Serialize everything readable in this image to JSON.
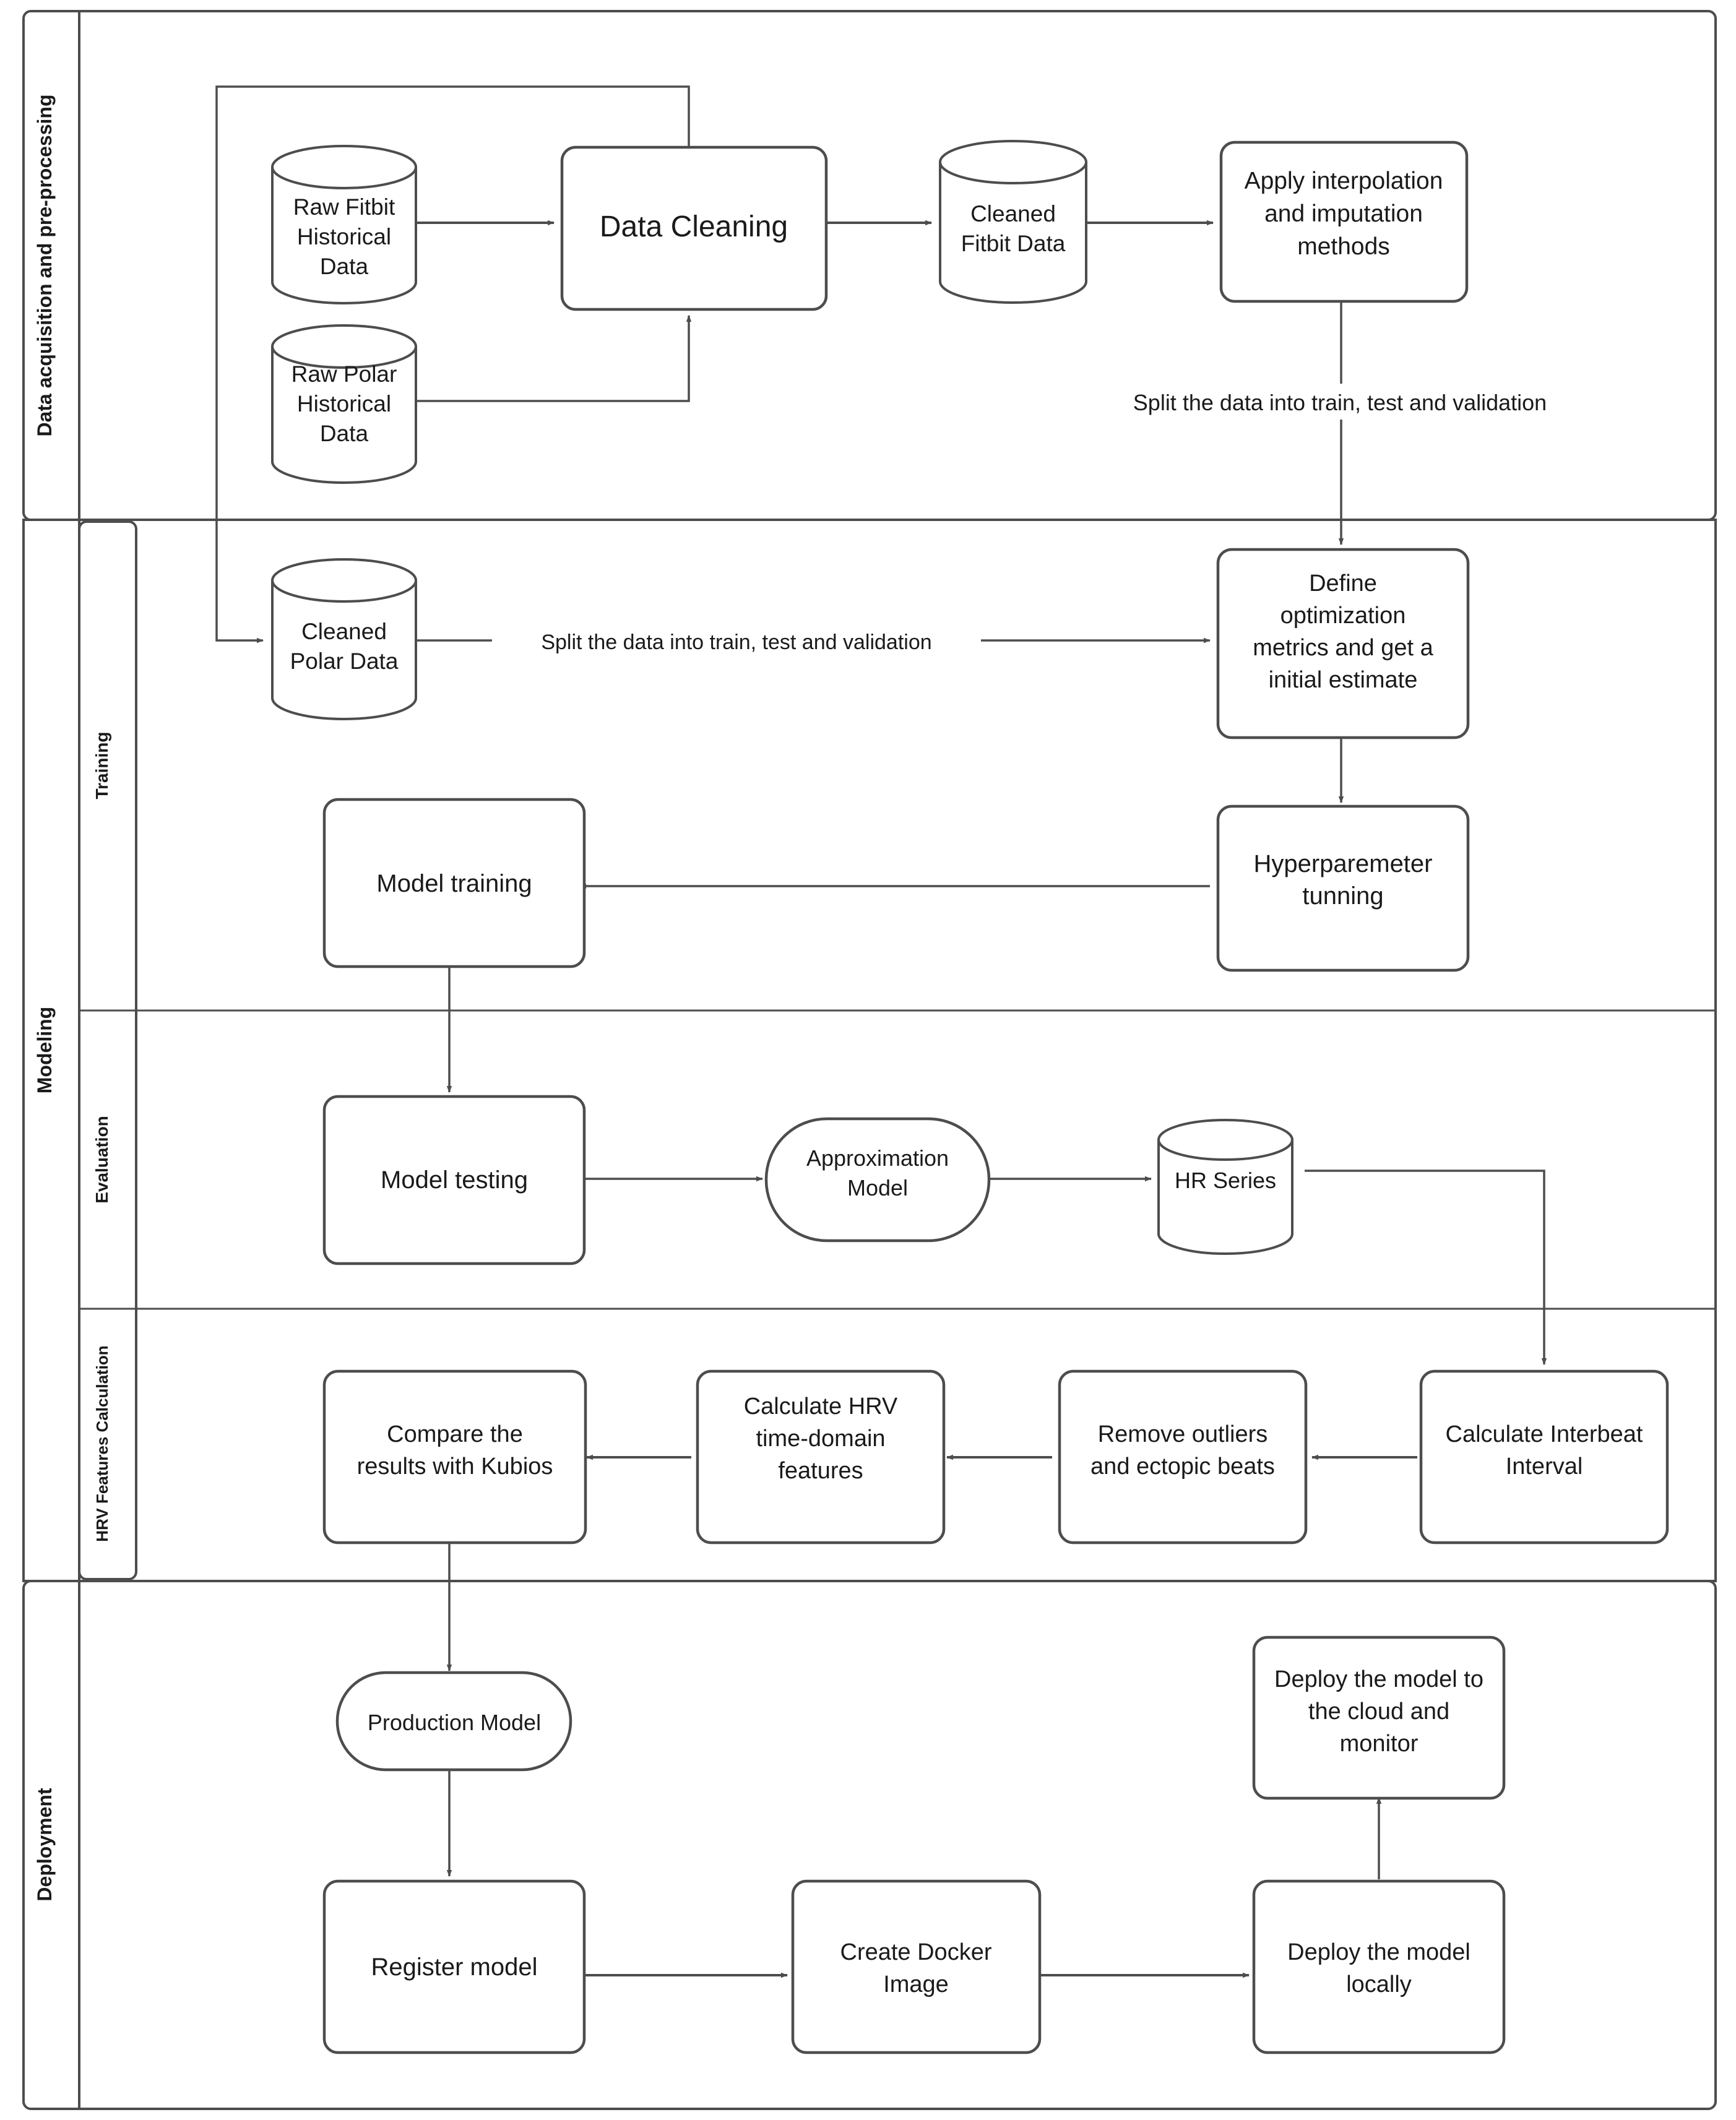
{
  "diagram": {
    "title": "HRV machine-learning pipeline swimlane flowchart",
    "colors": {
      "stroke": "#4d4d4d",
      "text": "#1a1a1a",
      "background": "#ffffff",
      "lane_border": "#4d4d4d"
    },
    "lanes": [
      {
        "id": "data-acquisition",
        "label": "Data acquisition and pre-processing"
      },
      {
        "id": "modeling",
        "label": "Modeling"
      },
      {
        "id": "training",
        "label": "Training"
      },
      {
        "id": "evaluation",
        "label": "Evaluation"
      },
      {
        "id": "hrv-features",
        "label": "HRV Features Calculation"
      },
      {
        "id": "deployment",
        "label": "Deployment"
      }
    ],
    "nodes": [
      {
        "id": "raw-fitbit",
        "shape": "cylinder",
        "lane": "data-acquisition",
        "label": "Raw Fitbit Historical Data",
        "lines": [
          "Raw Fitbit",
          "Historical",
          "Data"
        ]
      },
      {
        "id": "raw-polar",
        "shape": "cylinder",
        "lane": "data-acquisition",
        "label": "Raw Polar Historical Data",
        "lines": [
          "Raw Polar",
          "Historical",
          "Data"
        ]
      },
      {
        "id": "data-cleaning",
        "shape": "process",
        "lane": "data-acquisition",
        "label": "Data Cleaning",
        "lines": [
          "Data Cleaning"
        ]
      },
      {
        "id": "cleaned-fitbit",
        "shape": "cylinder",
        "lane": "data-acquisition",
        "label": "Cleaned Fitbit Data",
        "lines": [
          "Cleaned",
          "Fitbit Data"
        ]
      },
      {
        "id": "apply-interpolation",
        "shape": "process",
        "lane": "data-acquisition",
        "label": "Apply interpolation and imputation methods",
        "lines": [
          "Apply interpolation",
          "and imputation",
          "methods"
        ]
      },
      {
        "id": "cleaned-polar",
        "shape": "cylinder",
        "lane": "training",
        "label": "Cleaned Polar Data",
        "lines": [
          "Cleaned",
          "Polar Data"
        ]
      },
      {
        "id": "define-optimization",
        "shape": "process",
        "lane": "training",
        "label": "Define optimization metrics and get a initial estimate",
        "lines": [
          "Define",
          "optimization",
          "metrics and get a",
          "initial estimate"
        ]
      },
      {
        "id": "hyperparameter-tuning",
        "shape": "process",
        "lane": "training",
        "label": "Hyperparemeter tunning",
        "lines": [
          "Hyperparemeter",
          "tunning"
        ]
      },
      {
        "id": "model-training",
        "shape": "process",
        "lane": "training",
        "label": "Model training",
        "lines": [
          "Model training"
        ]
      },
      {
        "id": "model-testing",
        "shape": "process",
        "lane": "evaluation",
        "label": "Model testing",
        "lines": [
          "Model testing"
        ]
      },
      {
        "id": "approximation-model",
        "shape": "stadium",
        "lane": "evaluation",
        "label": "Approximation Model",
        "lines": [
          "Approximation",
          "Model"
        ]
      },
      {
        "id": "hr-series",
        "shape": "cylinder",
        "lane": "evaluation",
        "label": "HR Series",
        "lines": [
          "HR Series"
        ]
      },
      {
        "id": "calculate-interbeat",
        "shape": "process",
        "lane": "hrv-features",
        "label": "Calculate Interbeat Interval",
        "lines": [
          "Calculate Interbeat",
          "Interval"
        ]
      },
      {
        "id": "remove-outliers",
        "shape": "process",
        "lane": "hrv-features",
        "label": "Remove outliers and ectopic beats",
        "lines": [
          "Remove outliers",
          "and ectopic beats"
        ]
      },
      {
        "id": "calculate-hrv",
        "shape": "process",
        "lane": "hrv-features",
        "label": "Calculate HRV time-domain features",
        "lines": [
          "Calculate HRV",
          "time-domain",
          "features"
        ]
      },
      {
        "id": "compare-kubios",
        "shape": "process",
        "lane": "hrv-features",
        "label": "Compare the results with Kubios",
        "lines": [
          "Compare the",
          "results with Kubios"
        ]
      },
      {
        "id": "production-model",
        "shape": "stadium",
        "lane": "deployment",
        "label": "Production Model",
        "lines": [
          "Production Model"
        ]
      },
      {
        "id": "register-model",
        "shape": "process",
        "lane": "deployment",
        "label": "Register model",
        "lines": [
          "Register model"
        ]
      },
      {
        "id": "create-docker-image",
        "shape": "process",
        "lane": "deployment",
        "label": "Create Docker Image",
        "lines": [
          "Create Docker",
          "Image"
        ]
      },
      {
        "id": "deploy-locally",
        "shape": "process",
        "lane": "deployment",
        "label": "Deploy the model locally",
        "lines": [
          "Deploy the model",
          "locally"
        ]
      },
      {
        "id": "deploy-cloud",
        "shape": "process",
        "lane": "deployment",
        "label": "Deploy the model to the cloud and monitor",
        "lines": [
          "Deploy the model to",
          "the cloud and",
          "monitor"
        ]
      }
    ],
    "edges": [
      {
        "id": "e1",
        "from": "raw-fitbit",
        "to": "data-cleaning",
        "label": ""
      },
      {
        "id": "e2",
        "from": "raw-polar",
        "to": "data-cleaning",
        "label": ""
      },
      {
        "id": "e3",
        "from": "data-cleaning",
        "to": "cleaned-fitbit",
        "label": ""
      },
      {
        "id": "e4",
        "from": "cleaned-fitbit",
        "to": "apply-interpolation",
        "label": ""
      },
      {
        "id": "e5",
        "from": "data-cleaning",
        "to": "cleaned-polar",
        "label": ""
      },
      {
        "id": "e6",
        "from": "apply-interpolation",
        "to": "define-optimization",
        "label": "Split the data into train, test and validation"
      },
      {
        "id": "e7",
        "from": "cleaned-polar",
        "to": "define-optimization",
        "label": "Split the data into train, test and validation"
      },
      {
        "id": "e8",
        "from": "define-optimization",
        "to": "hyperparameter-tuning",
        "label": ""
      },
      {
        "id": "e9",
        "from": "hyperparameter-tuning",
        "to": "model-training",
        "label": ""
      },
      {
        "id": "e10",
        "from": "model-training",
        "to": "model-testing",
        "label": ""
      },
      {
        "id": "e11",
        "from": "model-testing",
        "to": "approximation-model",
        "label": ""
      },
      {
        "id": "e12",
        "from": "approximation-model",
        "to": "hr-series",
        "label": ""
      },
      {
        "id": "e13",
        "from": "hr-series",
        "to": "calculate-interbeat",
        "label": ""
      },
      {
        "id": "e14",
        "from": "calculate-interbeat",
        "to": "remove-outliers",
        "label": ""
      },
      {
        "id": "e15",
        "from": "remove-outliers",
        "to": "calculate-hrv",
        "label": ""
      },
      {
        "id": "e16",
        "from": "calculate-hrv",
        "to": "compare-kubios",
        "label": ""
      },
      {
        "id": "e17",
        "from": "compare-kubios",
        "to": "production-model",
        "label": ""
      },
      {
        "id": "e18",
        "from": "production-model",
        "to": "register-model",
        "label": ""
      },
      {
        "id": "e19",
        "from": "register-model",
        "to": "create-docker-image",
        "label": ""
      },
      {
        "id": "e20",
        "from": "create-docker-image",
        "to": "deploy-locally",
        "label": ""
      },
      {
        "id": "e21",
        "from": "deploy-locally",
        "to": "deploy-cloud",
        "label": ""
      }
    ],
    "edge_labels": {
      "split_top": "Split the data into train, test and validation",
      "split_polar": "Split the data into train, test and validation"
    }
  }
}
